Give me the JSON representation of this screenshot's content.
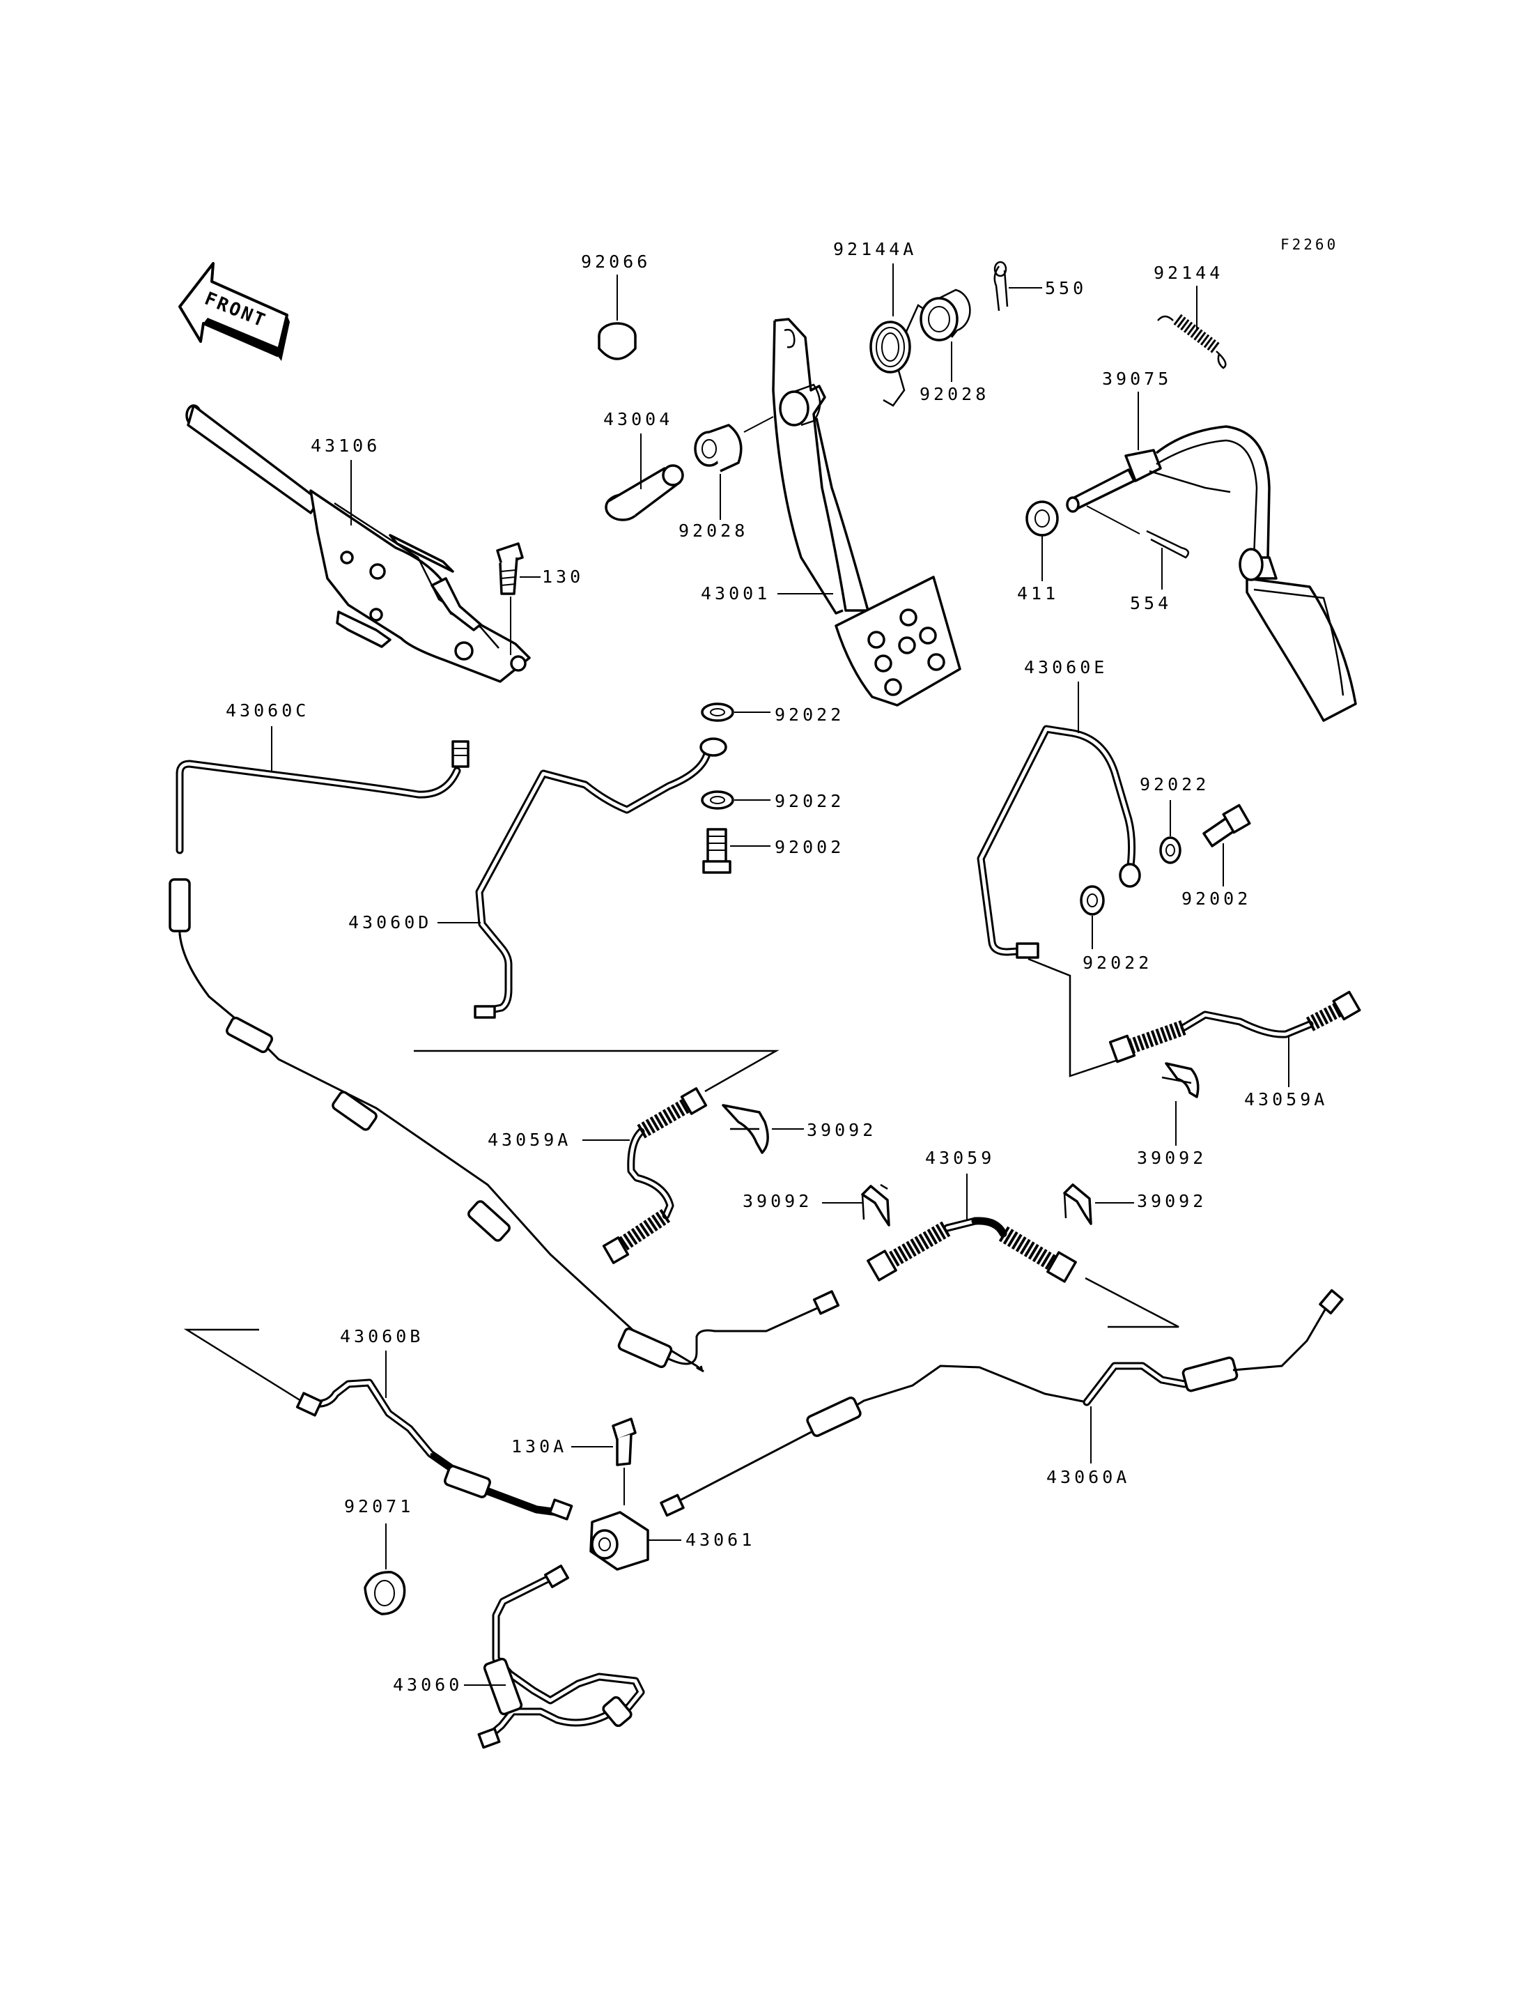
{
  "diagram": {
    "figure_code": "F2260",
    "front_label": "FRONT",
    "callouts": {
      "p92066": "92066",
      "p92144A": "92144A",
      "p550": "550",
      "p92144": "92144",
      "p39075": "39075",
      "p43106": "43106",
      "p43004": "43004",
      "p92028_a": "92028",
      "p92028_b": "92028",
      "p130": "130",
      "p43001": "43001",
      "p411": "411",
      "p554": "554",
      "p43060C": "43060C",
      "p92022_a": "92022",
      "p92022_b": "92022",
      "p92002_a": "92002",
      "p43060E": "43060E",
      "p92022_c": "92022",
      "p92002_b": "92002",
      "p92022_d": "92022",
      "p43060D": "43060D",
      "p43059A_a": "43059A",
      "p39092_a": "39092",
      "p43059A_b": "43059A",
      "p39092_b": "39092",
      "p43059": "43059",
      "p39092_c": "39092",
      "p39092_d": "39092",
      "p43060B": "43060B",
      "p130A": "130A",
      "p43060A": "43060A",
      "p92071": "92071",
      "p43061": "43061",
      "p43060": "43060"
    }
  }
}
